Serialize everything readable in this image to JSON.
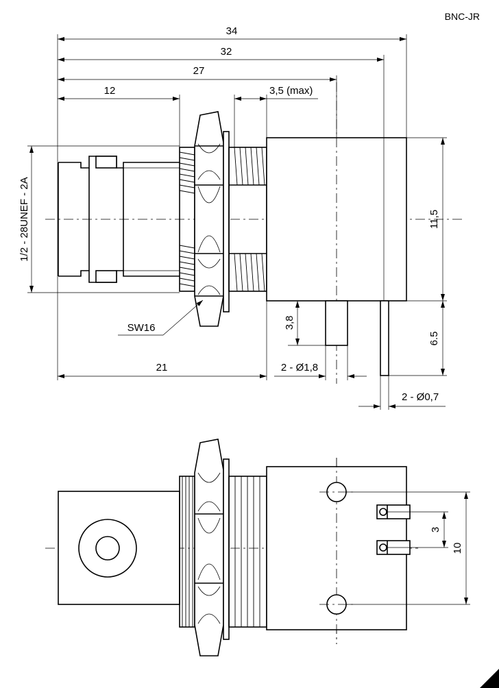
{
  "drawing": {
    "part_code": "BNC-JR",
    "dimensions": {
      "overall_34": "34",
      "overall_32": "32",
      "overall_27": "27",
      "len_12": "12",
      "panel_3_5": "3,5 (max)",
      "thread": "1/2 - 28UNEF - 2A",
      "body_11_5": "11,5",
      "pin_6_5": "6.5",
      "pin_3_8": "3,8",
      "hex_sw16": "SW16",
      "len_21": "21",
      "hole_1_8": "2 - Ø1,8",
      "pin_0_7": "2 - Ø0,7",
      "pitch_3": "3",
      "pitch_10": "10"
    }
  }
}
